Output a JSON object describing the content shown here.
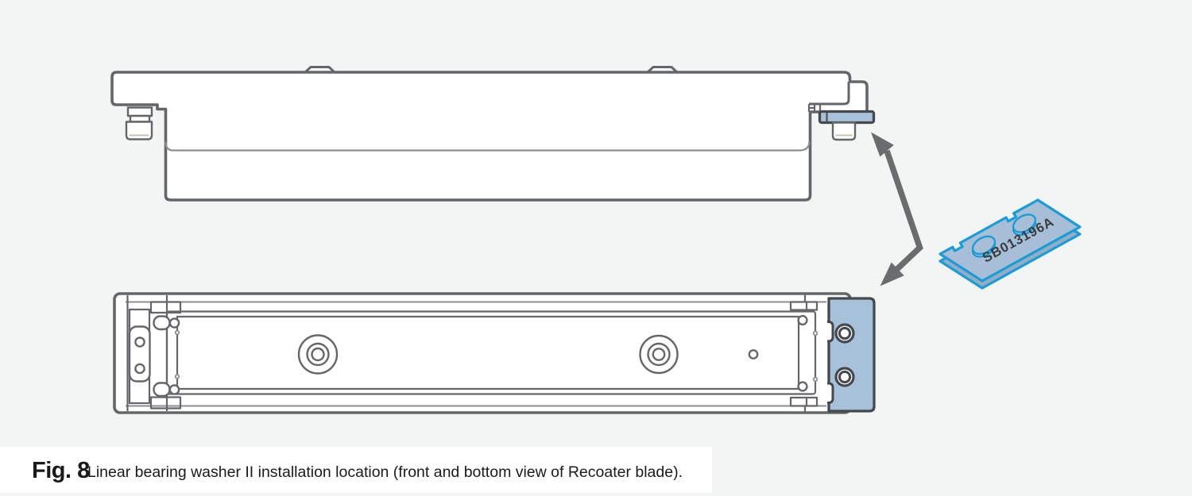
{
  "figure": {
    "label": "Fig. 8",
    "caption": "Linear bearing washer II installation location (front and bottom view of Recoater blade).",
    "part_number": "SB013196A"
  },
  "colors": {
    "background": "#f3f4f4",
    "caption_band": "#ffffff",
    "outline": "#646669",
    "thin_line": "#8c8e91",
    "highlight_fill": "#a8c1da",
    "highlight_stroke": "#45494e",
    "washer_fill": "#a6bed6",
    "washer_side_fill": "#93adc7",
    "washer_stroke": "#1b9bd7",
    "arrow": "#6a6c6e",
    "text": "#1a1a1a"
  }
}
